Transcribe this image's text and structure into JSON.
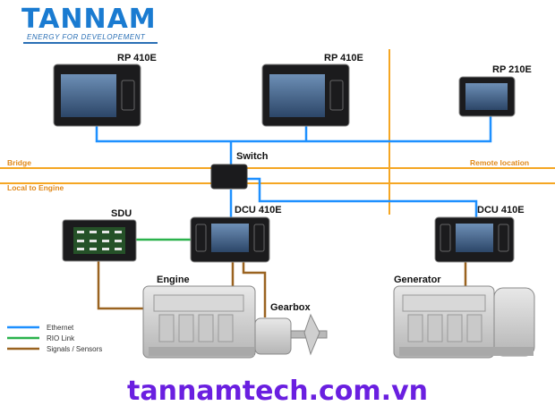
{
  "logo": {
    "brand": "TANNAM",
    "tagline": "ENERGY FOR DEVELOPEMENT"
  },
  "devices": {
    "rp1": "RP 410E",
    "rp2": "RP 410E",
    "rp3": "RP 210E",
    "switch": "Switch",
    "dcu1": "DCU 410E",
    "dcu2": "DCU 410E",
    "sdu": "SDU"
  },
  "lines": {
    "bridge": "Bridge",
    "local": "Local to Engine",
    "remote": "Remote location"
  },
  "machines": {
    "engine": "Engine",
    "gearbox": "Gearbox",
    "generator": "Generator"
  },
  "legend": [
    {
      "label": "Ethernet",
      "color": "#1e90ff"
    },
    {
      "label": "RIO Link",
      "color": "#2bb24c"
    },
    {
      "label": "Signals / Sensors",
      "color": "#9a6320"
    }
  ],
  "colors": {
    "ethernet": "#1e90ff",
    "rio": "#2bb24c",
    "signal": "#9a6320",
    "bus": "#f5a623",
    "label_orange": "#e0891a",
    "website": "#6a1fe0",
    "brand": "#1a7bd1"
  },
  "website": "tannamtech.com.vn"
}
